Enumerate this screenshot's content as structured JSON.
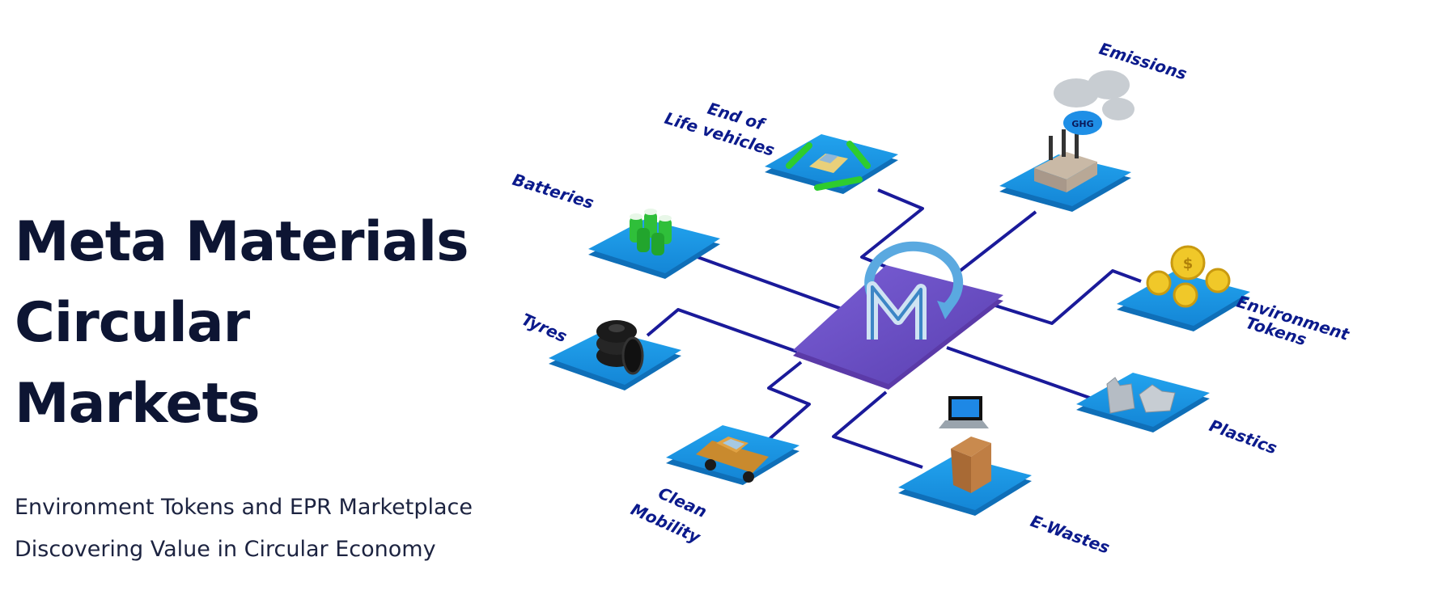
{
  "hero": {
    "title_line1": "Meta Materials",
    "title_line2": "Circular Markets",
    "subtitle_line1": "Environment Tokens and EPR Marketplace",
    "subtitle_line2": "Discovering Value in Circular Economy"
  },
  "nodes": {
    "emissions": {
      "label": "Emissions",
      "badge": "GHG"
    },
    "end_of_life": {
      "label_line1": "End of",
      "label_line2": "Life vehicles"
    },
    "batteries": {
      "label": "Batteries"
    },
    "tyres": {
      "label": "Tyres"
    },
    "environment_tokens": {
      "label_line1": "Environment",
      "label_line2": "Tokens",
      "coin_symbol": "$"
    },
    "plastics": {
      "label": "Plastics"
    },
    "clean_mobility": {
      "label_line1": "Clean",
      "label_line2": "Mobility"
    },
    "e_wastes": {
      "label": "E-Wastes"
    }
  },
  "colors": {
    "heading": "#0d1533",
    "label": "#0b1a8c",
    "tile_top": "#1a93e0",
    "tile_side": "#0f6fb8",
    "hub_top": "#6b4fc4",
    "connector": "#1a1a9a"
  },
  "icons": {
    "hub": "recycle-chart-logo-icon",
    "emissions": "factory-cloud-icon",
    "end_of_life": "recycle-car-icon",
    "batteries": "battery-cells-icon",
    "tyres": "tyre-stack-icon",
    "environment_tokens": "coins-icon",
    "plastics": "plastic-bags-icon",
    "clean_mobility": "electric-car-icon",
    "e_wastes": "laptop-bin-icon"
  }
}
